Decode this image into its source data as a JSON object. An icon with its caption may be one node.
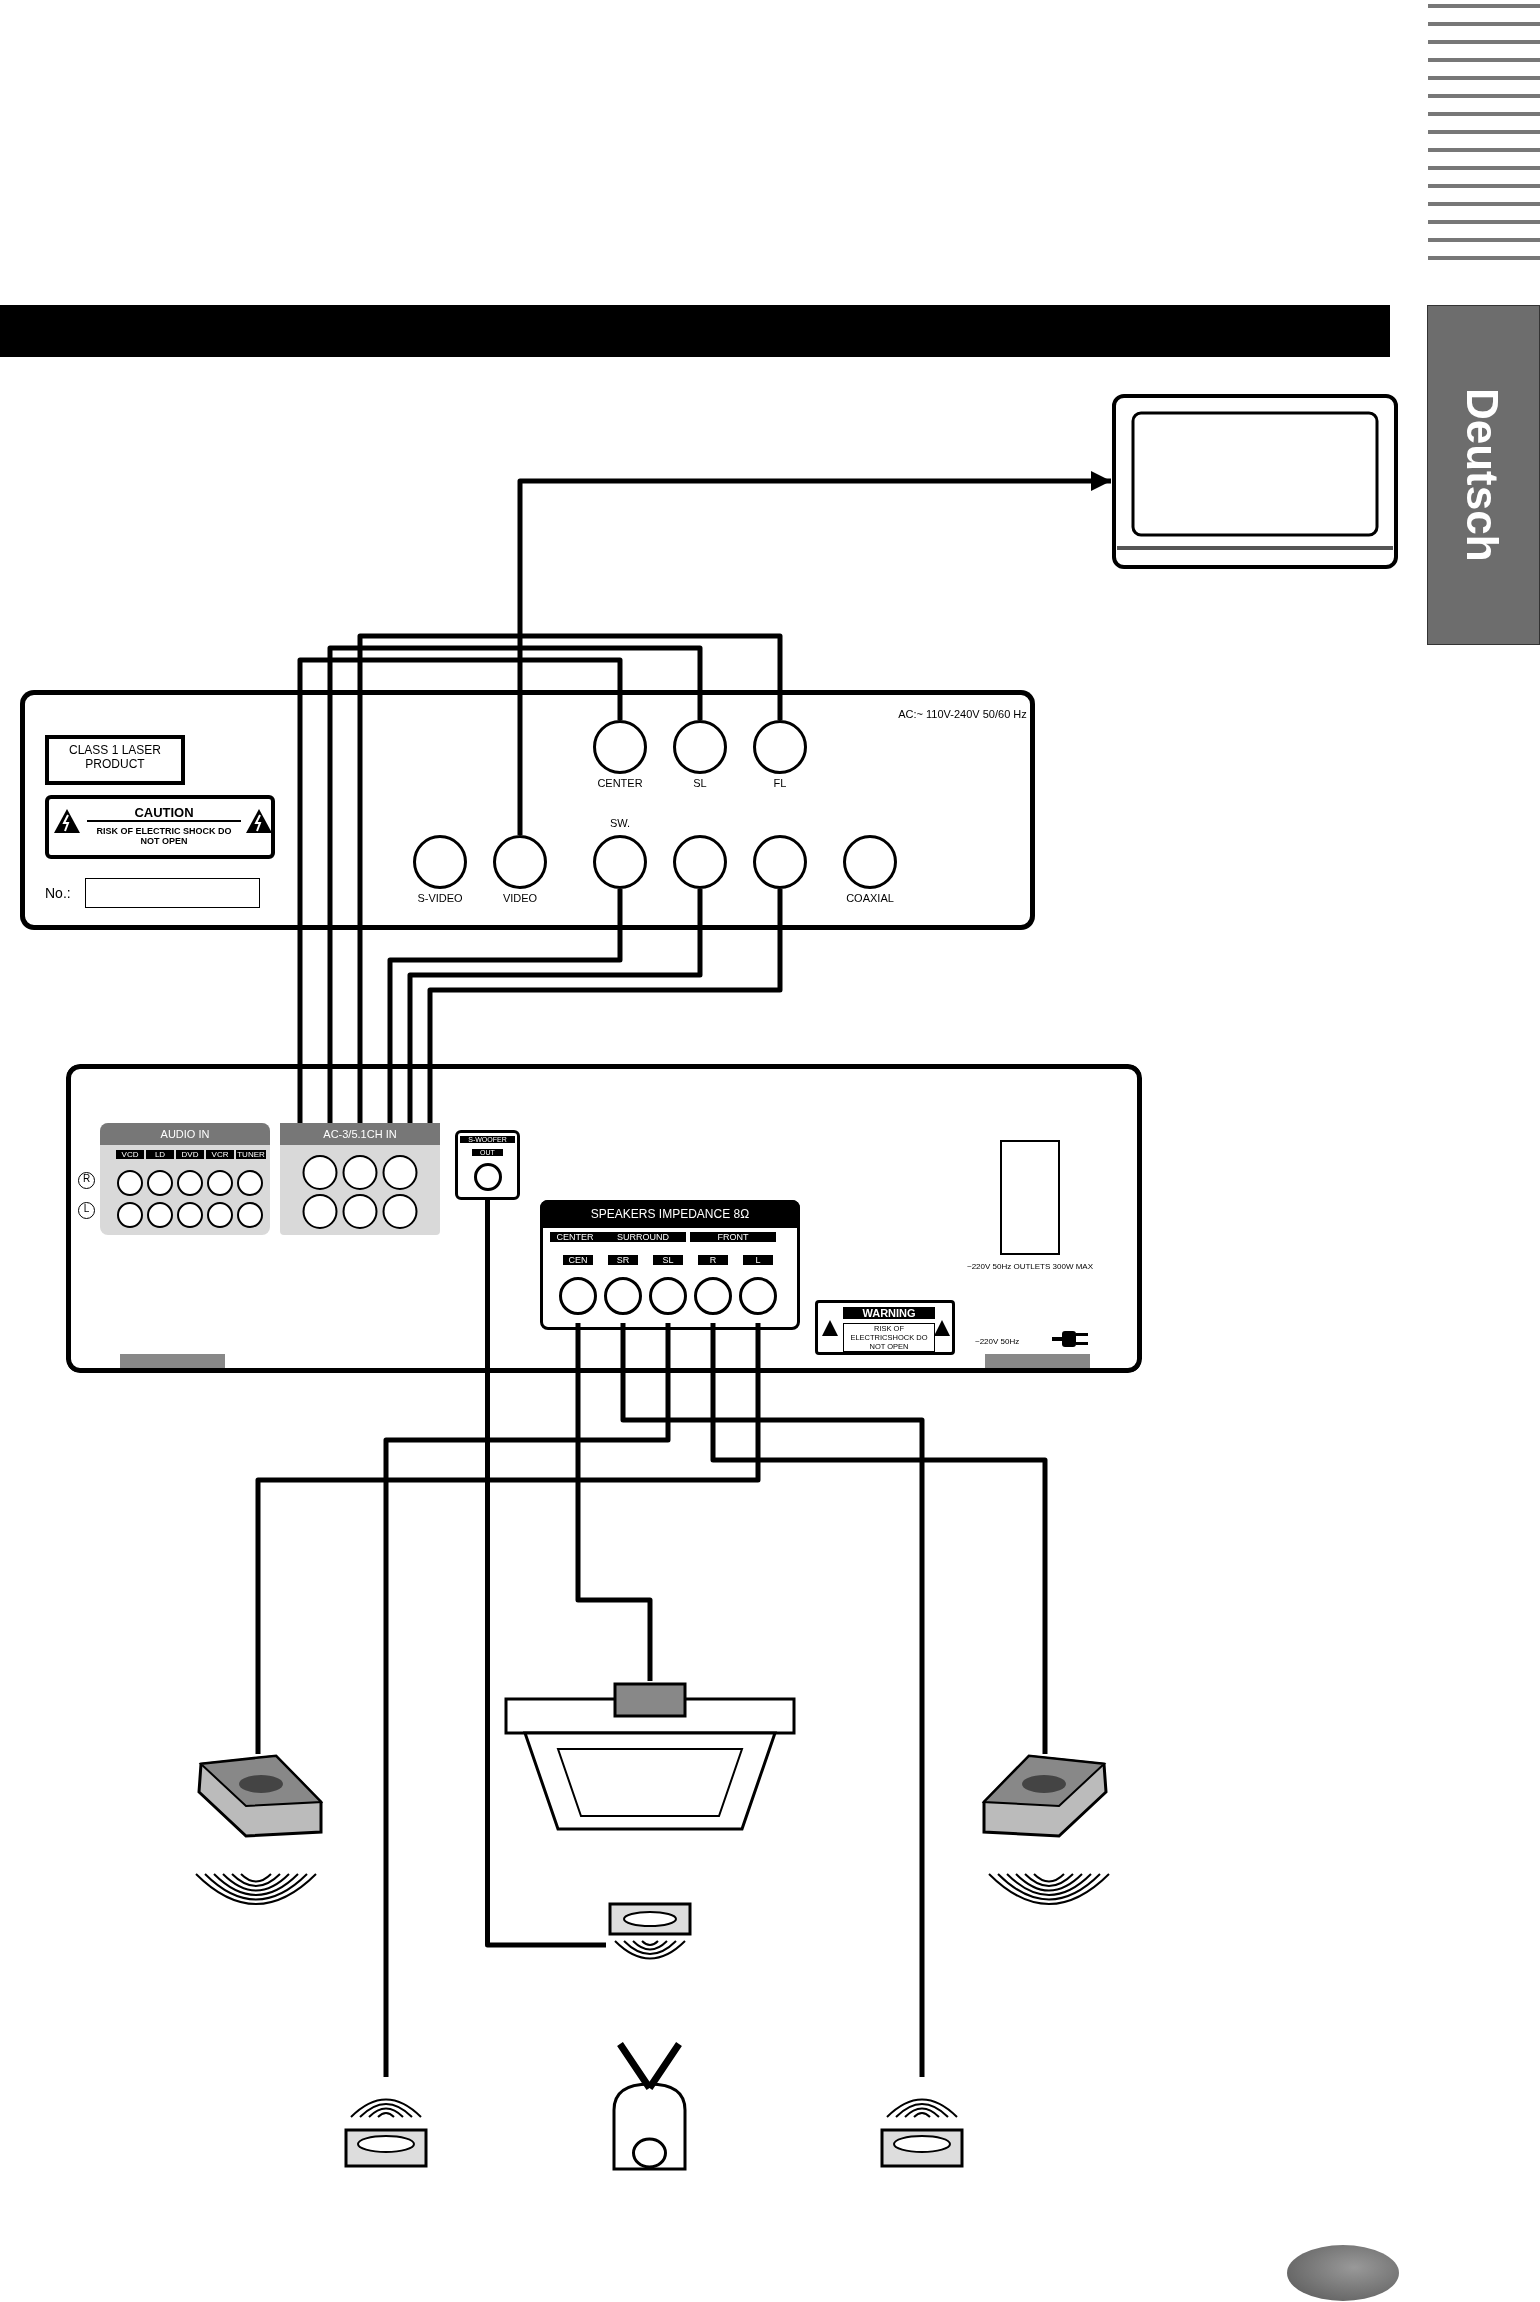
{
  "diagram": {
    "nodes": [
      {
        "text": [],
        "shape": "picture"
      },
      {
        "text": [],
        "shape": "box"
      },
      {
        "text": [
          "S-VIDEO"
        ],
        "in": 1
      },
      {
        "text": [
          "VIDEO"
        ],
        "in": 1
      },
      {
        "text": [
          "CENTER"
        ],
        "in": 1
      },
      {
        "text": [
          "SL"
        ],
        "in": 1
      },
      {
        "text": [
          "FL"
        ],
        "in": 1
      },
      {
        "text": [
          "SW."
        ],
        "in": 1
      },
      {
        "text": [],
        "shape": "circle",
        "in": 1
      },
      {
        "text": [],
        "shape": "circle",
        "in": 1
      },
      {
        "text": [
          "COAXIAL"
        ],
        "in": 1
      },
      {
        "text": [],
        "shape": "box"
      },
      {
        "text": [
          "AUDIO IN"
        ],
        "in": 11
      },
      {
        "text": [
          "AC-3/5.1CH IN"
        ],
        "in": 11
      },
      {
        "text": [
          "S-WOOFER",
          "OUT"
        ],
        "in": 11
      },
      {
        "text": [
          "SPEAKERS IMPEDANCE 8Ω"
        ],
        "in": 11
      },
      {
        "text": [
          "CEN"
        ],
        "in": 15
      },
      {
        "text": [
          "SR"
        ],
        "in": 15
      },
      {
        "text": [
          "SL"
        ],
        "in": 15
      },
      {
        "text": [
          "R"
        ],
        "in": 15
      },
      {
        "text": [
          "L"
        ],
        "in": 15
      },
      {
        "text": [],
        "shape": "picture"
      },
      {
        "text": [],
        "shape": "picture"
      },
      {
        "text": [],
        "shape": "picture"
      },
      {
        "text": [],
        "shape": "picture"
      },
      {
        "text": [],
        "shape": "picture"
      },
      {
        "text": [],
        "shape": "person"
      },
      {
        "text": [],
        "shape": "picture"
      }
    ],
    "edges": [
      {
        "from": 3,
        "to": 0,
        "arrow": "to"
      },
      {
        "from": 4,
        "to": 13,
        "arrow": "none"
      },
      {
        "from": 5,
        "to": 13,
        "arrow": "none"
      },
      {
        "from": 6,
        "to": 13,
        "arrow": "none"
      },
      {
        "from": 7,
        "to": 13,
        "arrow": "none"
      },
      {
        "from": 8,
        "to": 13,
        "arrow": "none"
      },
      {
        "from": 9,
        "to": 13,
        "arrow": "none"
      },
      {
        "from": 14,
        "to": 24,
        "arrow": "none"
      },
      {
        "from": 16,
        "to": 22,
        "arrow": "none"
      },
      {
        "from": 17,
        "to": 27,
        "arrow": "none"
      },
      {
        "from": 18,
        "to": 25,
        "arrow": "none"
      },
      {
        "from": 19,
        "to": 23,
        "arrow": "none"
      },
      {
        "from": 20,
        "to": 21,
        "arrow": "none"
      }
    ],
    "labels": [
      "CLASS 1 LASER PRODUCT",
      "CAUTION",
      "RISK OF ELECTRIC SHOCK DO NOT OPEN",
      "AC:~ 110V-240V 50/60 Hz",
      "No.:",
      "VCD",
      "LD",
      "DVD",
      "VCR",
      "TUNER",
      "R",
      "L",
      "CENTER",
      "SURROUND",
      "FRONT",
      "WARNING",
      "RISK OF ELECTRICSHOCK DO NOT OPEN",
      "~220V 50Hz OUTLETS 300W MAX",
      "~220V 50Hz",
      "Deutsch"
    ]
  }
}
